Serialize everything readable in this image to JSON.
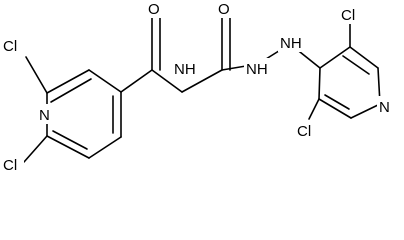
{
  "structure": {
    "atoms": {
      "cl_top_left": "Cl",
      "cl_bottom_left": "Cl",
      "n_left_ring": "N",
      "o_amide": "O",
      "nh_imide": "NH",
      "o_urea": "O",
      "nh_hydrazide_1": "NH",
      "nh_hydrazide_2": "NH",
      "cl_top_right": "Cl",
      "cl_bottom_right": "Cl",
      "n_right_ring": "N"
    }
  }
}
